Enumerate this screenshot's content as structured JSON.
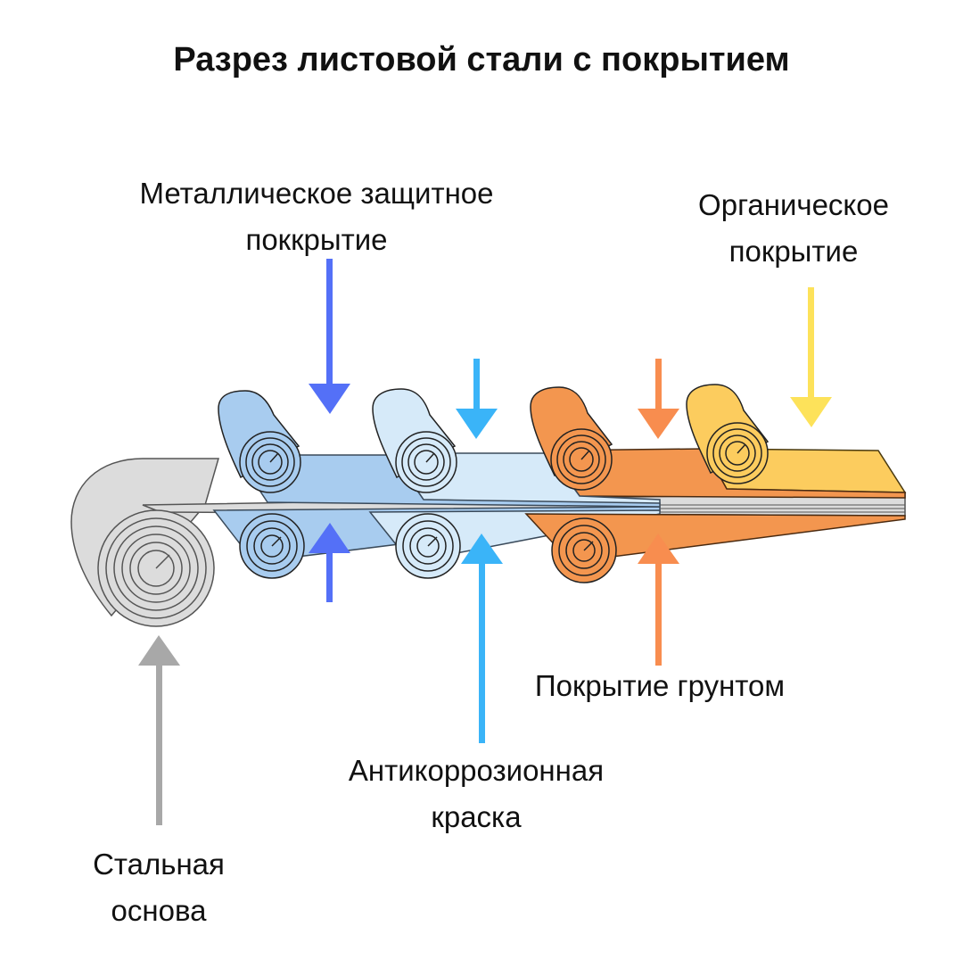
{
  "title": "Разрез листовой стали с покрытием",
  "labels": {
    "metal": {
      "line1": "Металлическое защитное",
      "line2": "поккрытие",
      "color": "#5470f7"
    },
    "organic": {
      "line1": "Органическое",
      "line2": "покрытие",
      "color": "#fde25a"
    },
    "primer": {
      "line1": "Покрытие грунтом",
      "color": "#f88d4f"
    },
    "anticorrosion": {
      "line1": "Антикоррозионная",
      "line2": "краска",
      "color": "#3ab4f8"
    },
    "steel": {
      "line1": "Стальная",
      "line2": "основа",
      "color": "#a8a8a8"
    }
  },
  "layers": {
    "steel": {
      "fill": "#dcdcdc",
      "stroke": "#555555"
    },
    "metal": {
      "fill": "#a8ccef",
      "stroke": "#3a4a5a"
    },
    "anticorrosion": {
      "fill": "#d6eaf9",
      "stroke": "#3a4a5a"
    },
    "primer": {
      "fill": "#f3964f",
      "stroke": "#4a2a10"
    },
    "organic": {
      "fill": "#fccc5e",
      "stroke": "#4a3a10"
    }
  }
}
